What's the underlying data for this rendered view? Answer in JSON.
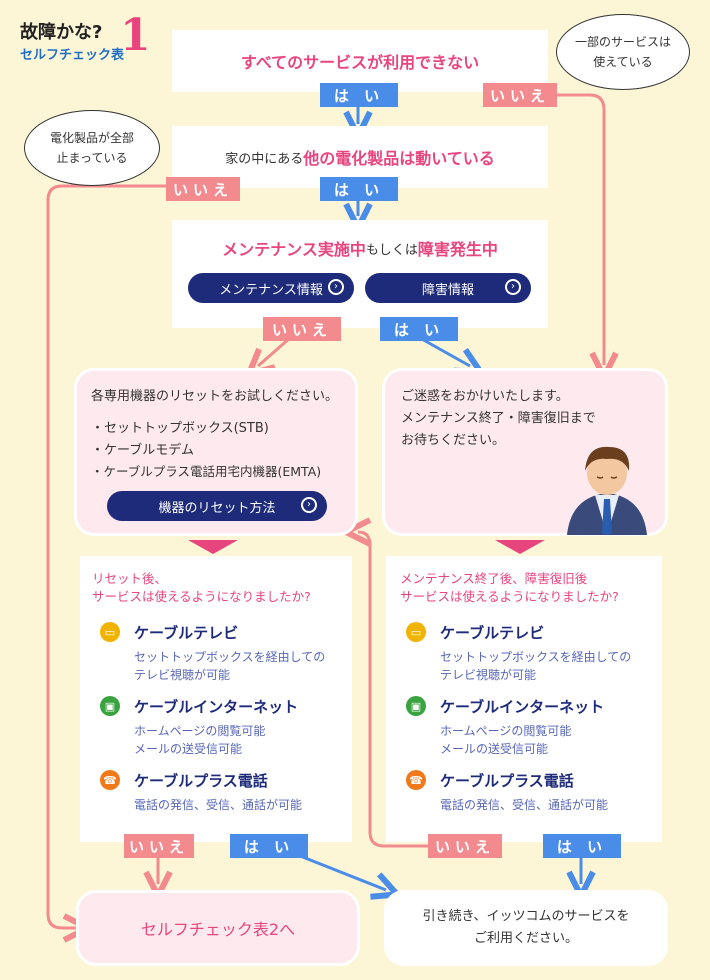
{
  "header": {
    "title": "故障かな?",
    "subtitle": "セルフチェック表",
    "number": "1"
  },
  "bubbles": {
    "right": [
      "一部のサービスは",
      "使えている"
    ],
    "left": [
      "電化製品が全部",
      "止まっている"
    ]
  },
  "q1": "すべてのサービスが利用できない",
  "q2": {
    "prefix": "家の中にある",
    "highlight": "他の電化製品は動いている"
  },
  "q3": {
    "hl1": "メンテナンス実施中",
    "mid": "もしくは",
    "hl2": "障害発生中",
    "btn_maint": "メンテナンス情報",
    "btn_fault": "障害情報"
  },
  "tags": {
    "yes": "は い",
    "no": "いいえ"
  },
  "reset_box": {
    "lead": "各専用機器のリセットをお試しください。",
    "items": [
      "・セットトップボックス(STB)",
      "・ケーブルモデム",
      "・ケーブルプラス電話用宅内機器(EMTA)"
    ],
    "button": "機器のリセット方法"
  },
  "sorry_box": {
    "lines": [
      "ご迷惑をおかけいたします。",
      "メンテナンス終了・障害復旧まで",
      "お待ちください。"
    ]
  },
  "check_left": {
    "q": [
      "リセット後、",
      "サービスは使えるようになりましたか?"
    ]
  },
  "check_right": {
    "q": [
      "メンテナンス終了後、障害復旧後",
      "サービスは使えるようになりましたか?"
    ]
  },
  "services": [
    {
      "title": "ケーブルテレビ",
      "desc": [
        "セットトップボックスを経由しての",
        "テレビ視聴が可能"
      ]
    },
    {
      "title": "ケーブルインターネット",
      "desc": [
        "ホームページの閲覧可能",
        "メールの送受信可能"
      ]
    },
    {
      "title": "ケーブルプラス電話",
      "desc": [
        "電話の発信、受信、通話が可能"
      ]
    }
  ],
  "end_left": "セルフチェック表2へ",
  "end_right": [
    "引き続き、イッツコムのサービスを",
    "ご利用ください。"
  ],
  "colors": {
    "yes": "#4a8de8",
    "no": "#f28a8e",
    "pink": "#e8457f",
    "navy": "#1d2b7a"
  }
}
